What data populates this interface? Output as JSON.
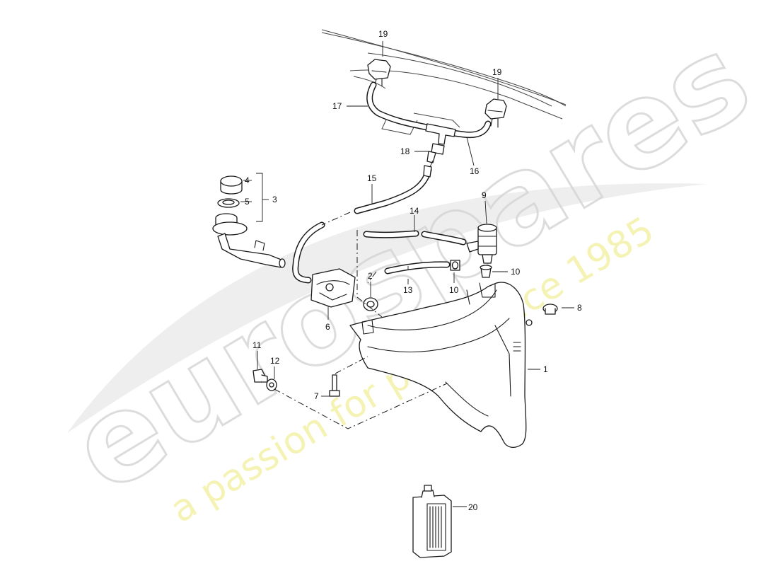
{
  "watermark": {
    "brand": "eurospares",
    "tagline": "a passion for parts since 1985"
  },
  "callouts": {
    "c1": "1",
    "c2": "2",
    "c3": "3",
    "c4": "4",
    "c5": "5",
    "c6": "6",
    "c7": "7",
    "c8": "8",
    "c9": "9",
    "c10a": "10",
    "c10b": "10",
    "c11": "11",
    "c12": "12",
    "c13": "13",
    "c14": "14",
    "c15": "15",
    "c16": "16",
    "c17": "17",
    "c18": "18",
    "c19a": "19",
    "c19b": "19",
    "c20": "20"
  }
}
